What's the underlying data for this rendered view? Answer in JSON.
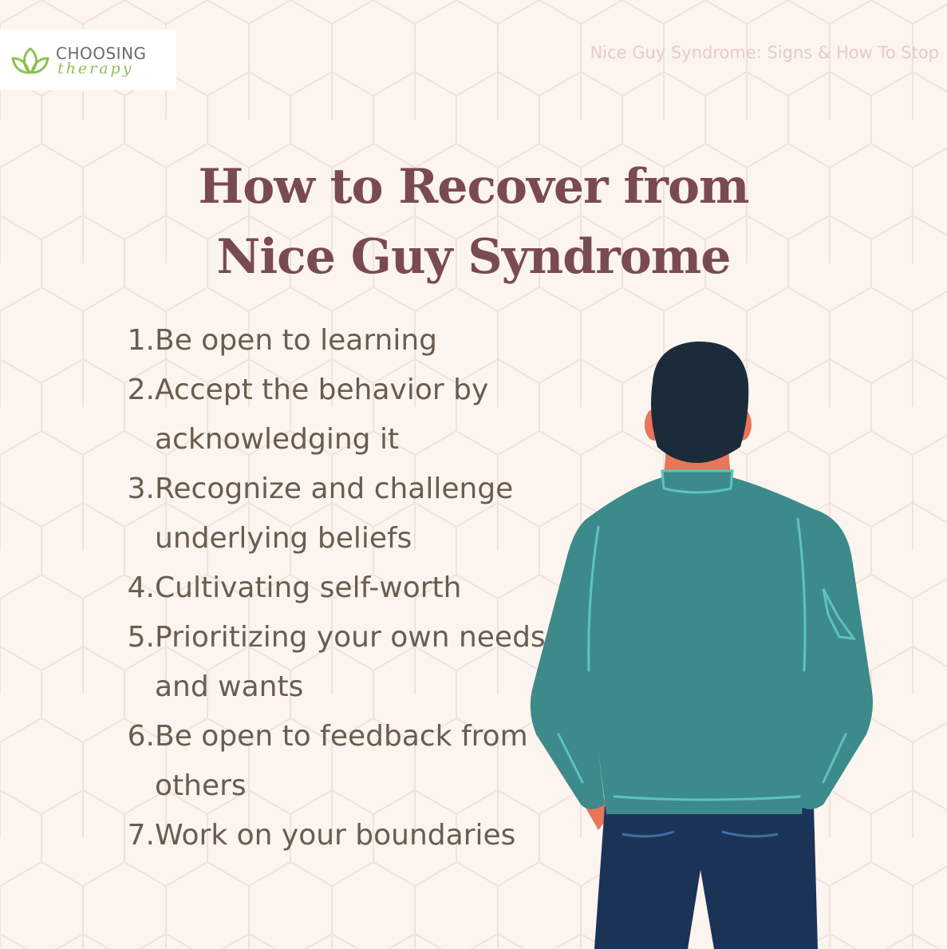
{
  "logo": {
    "line1": "CHOOSING",
    "line2": "therapy",
    "icon": "lotus-icon",
    "color": "#8cc152"
  },
  "header": {
    "title": "Nice Guy Syndrome: Signs & How To Stop"
  },
  "main": {
    "title_line1": "How to Recover from",
    "title_line2": "Nice Guy Syndrome"
  },
  "tips": [
    {
      "num": "1.",
      "text": "Be open to learning"
    },
    {
      "num": "2.",
      "text": "Accept the behavior by acknowledging it"
    },
    {
      "num": "3.",
      "text": "Recognize and challenge underlying beliefs"
    },
    {
      "num": "4.",
      "text": "Cultivating self-worth"
    },
    {
      "num": "5.",
      "text": "Prioritizing your own needs and wants"
    },
    {
      "num": "6.",
      "text": "Be open to feedback from others"
    },
    {
      "num": "7.",
      "text": "Work on your boundaries"
    }
  ],
  "illustration": {
    "name": "man-from-behind-illustration",
    "colors": {
      "jacket": "#3d8a8a",
      "hair": "#1c2b3a",
      "skin": "#e8765a",
      "pants": "#1c3358"
    }
  },
  "colors": {
    "background": "#fbf4ef",
    "title": "#7a4a52",
    "text": "#6a5c4e",
    "header": "#e6ccc4"
  }
}
